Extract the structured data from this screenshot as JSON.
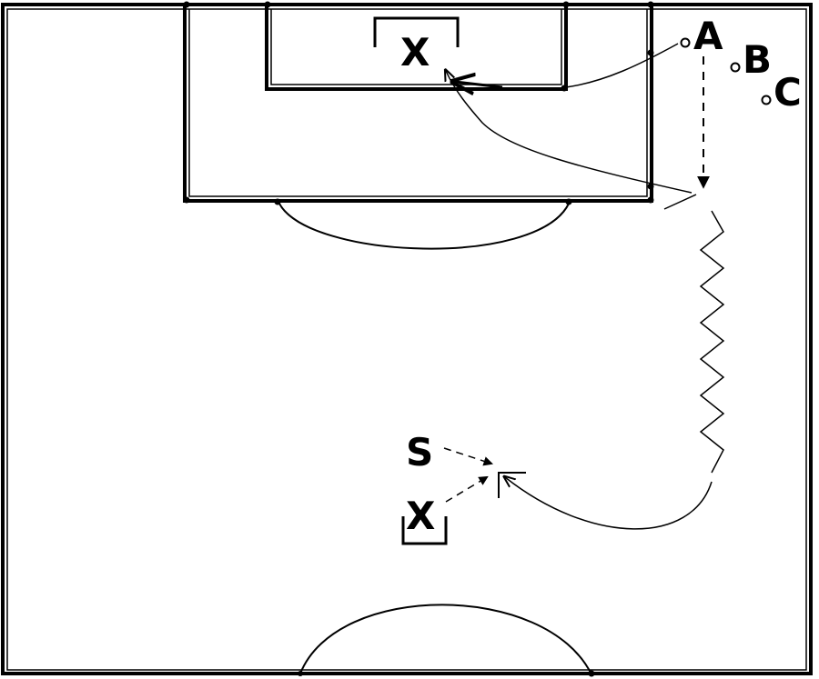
{
  "labels": {
    "goalkeeper": "X",
    "player_a": "A",
    "player_b": "B",
    "player_c": "C",
    "server": "S",
    "defender": "X"
  }
}
